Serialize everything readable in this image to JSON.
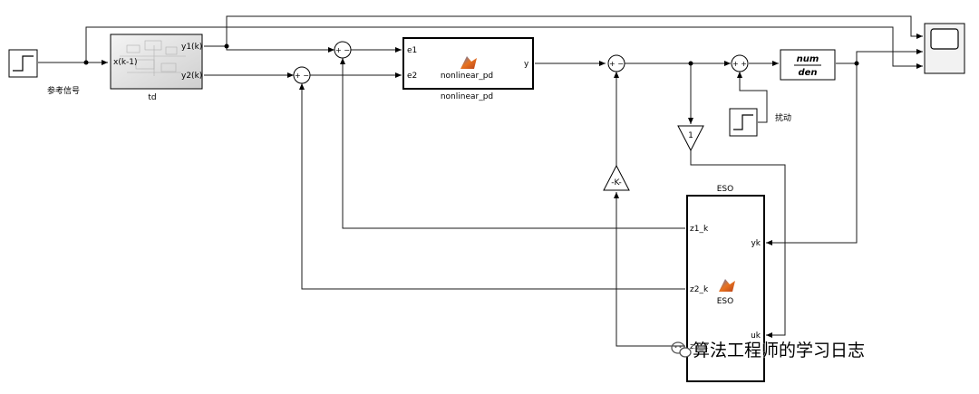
{
  "blocks": {
    "ref_signal_label": "参考信号",
    "td": {
      "name": "td",
      "in_port": "x(k-1)",
      "out1": "y1(k)",
      "out2": "y2(k)"
    },
    "pd": {
      "title": "nonlinear_pd",
      "name": "nonlinear_pd",
      "in1": "e1",
      "in2": "e2",
      "out": "y"
    },
    "plant": {
      "num": "num",
      "den": "den"
    },
    "disturbance_label": "扰动",
    "gain_one": "1",
    "gain_k": "-K-",
    "eso": {
      "title": "ESO",
      "inner": "ESO",
      "z1": "z1_k",
      "z2": "z2_k",
      "z3": "z3_k",
      "yk": "yk",
      "uk": "uk"
    }
  },
  "sum_signs": {
    "s1": "+ −",
    "s2": "+ −",
    "s3": "+ −",
    "s4": "+ +"
  },
  "watermark": "算法工程师的学习日志"
}
